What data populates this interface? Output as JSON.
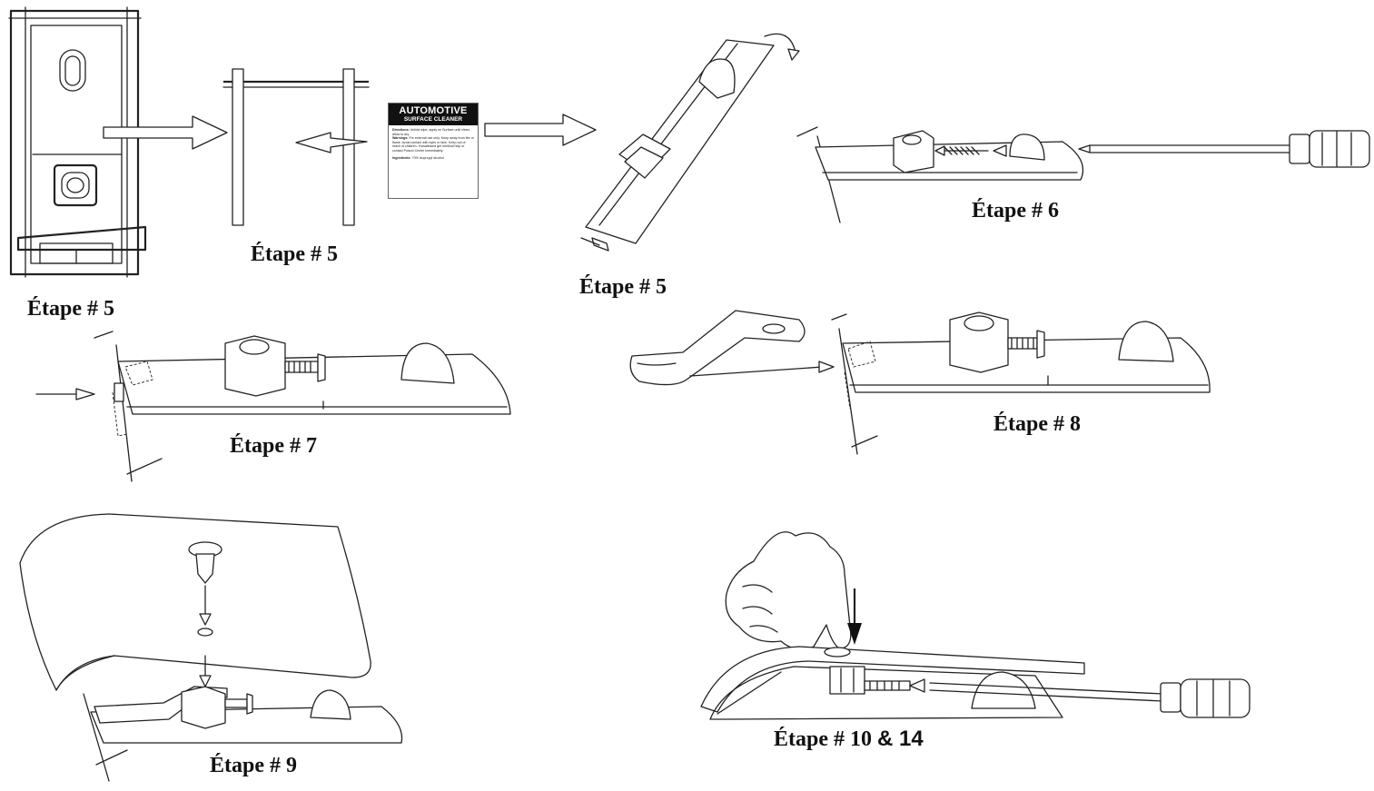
{
  "captions": {
    "step5_a": "Étape # 5",
    "step5_b": "Étape # 5",
    "step5_c": "Étape # 5",
    "step6": "Étape # 6",
    "step7": "Étape # 7",
    "step8": "Étape # 8",
    "step9": "Étape # 9",
    "step10_serif": "Étape # 10 ",
    "step10_sans": "& 14"
  },
  "cleaner_label": {
    "title": "AUTOMOTIVE",
    "subtitle": "SURFACE CLEANER",
    "directions_head": "Directions:",
    "directions": "Unfold wipe, apply on Surface until clean, allow to dry.",
    "warnings_head": "Warnings:",
    "warnings": "For external use only. Keep away from fire or flame. Avoid contact with eyes or face. Keep out of reach of children. If swallowed get medical help or contact Poison Center immediately.",
    "ingredients_head": "Ingredients:",
    "ingredients": "70% Isopropyl alcohol"
  },
  "colors": {
    "line": "#222222",
    "background": "#ffffff",
    "label_header": "#111111"
  }
}
